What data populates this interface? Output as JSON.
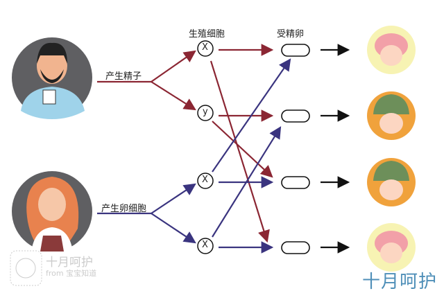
{
  "labels": {
    "germ_cells": "生殖细胞",
    "zygote": "受精卵",
    "produce_sperm": "产生精子",
    "produce_egg": "产生卵细胞"
  },
  "sperm": [
    "X",
    "y"
  ],
  "eggs": [
    "X",
    "X"
  ],
  "offspring": [
    "girl",
    "boy",
    "boy",
    "girl"
  ],
  "watermark": {
    "name": "十月呵护",
    "source": "from 宝宝知道",
    "brand": "十月呵护"
  },
  "colors": {
    "sperm_line": "#8b2633",
    "egg_line": "#3a347f",
    "arrow": "#111111",
    "brand": "#4f8fb8"
  }
}
